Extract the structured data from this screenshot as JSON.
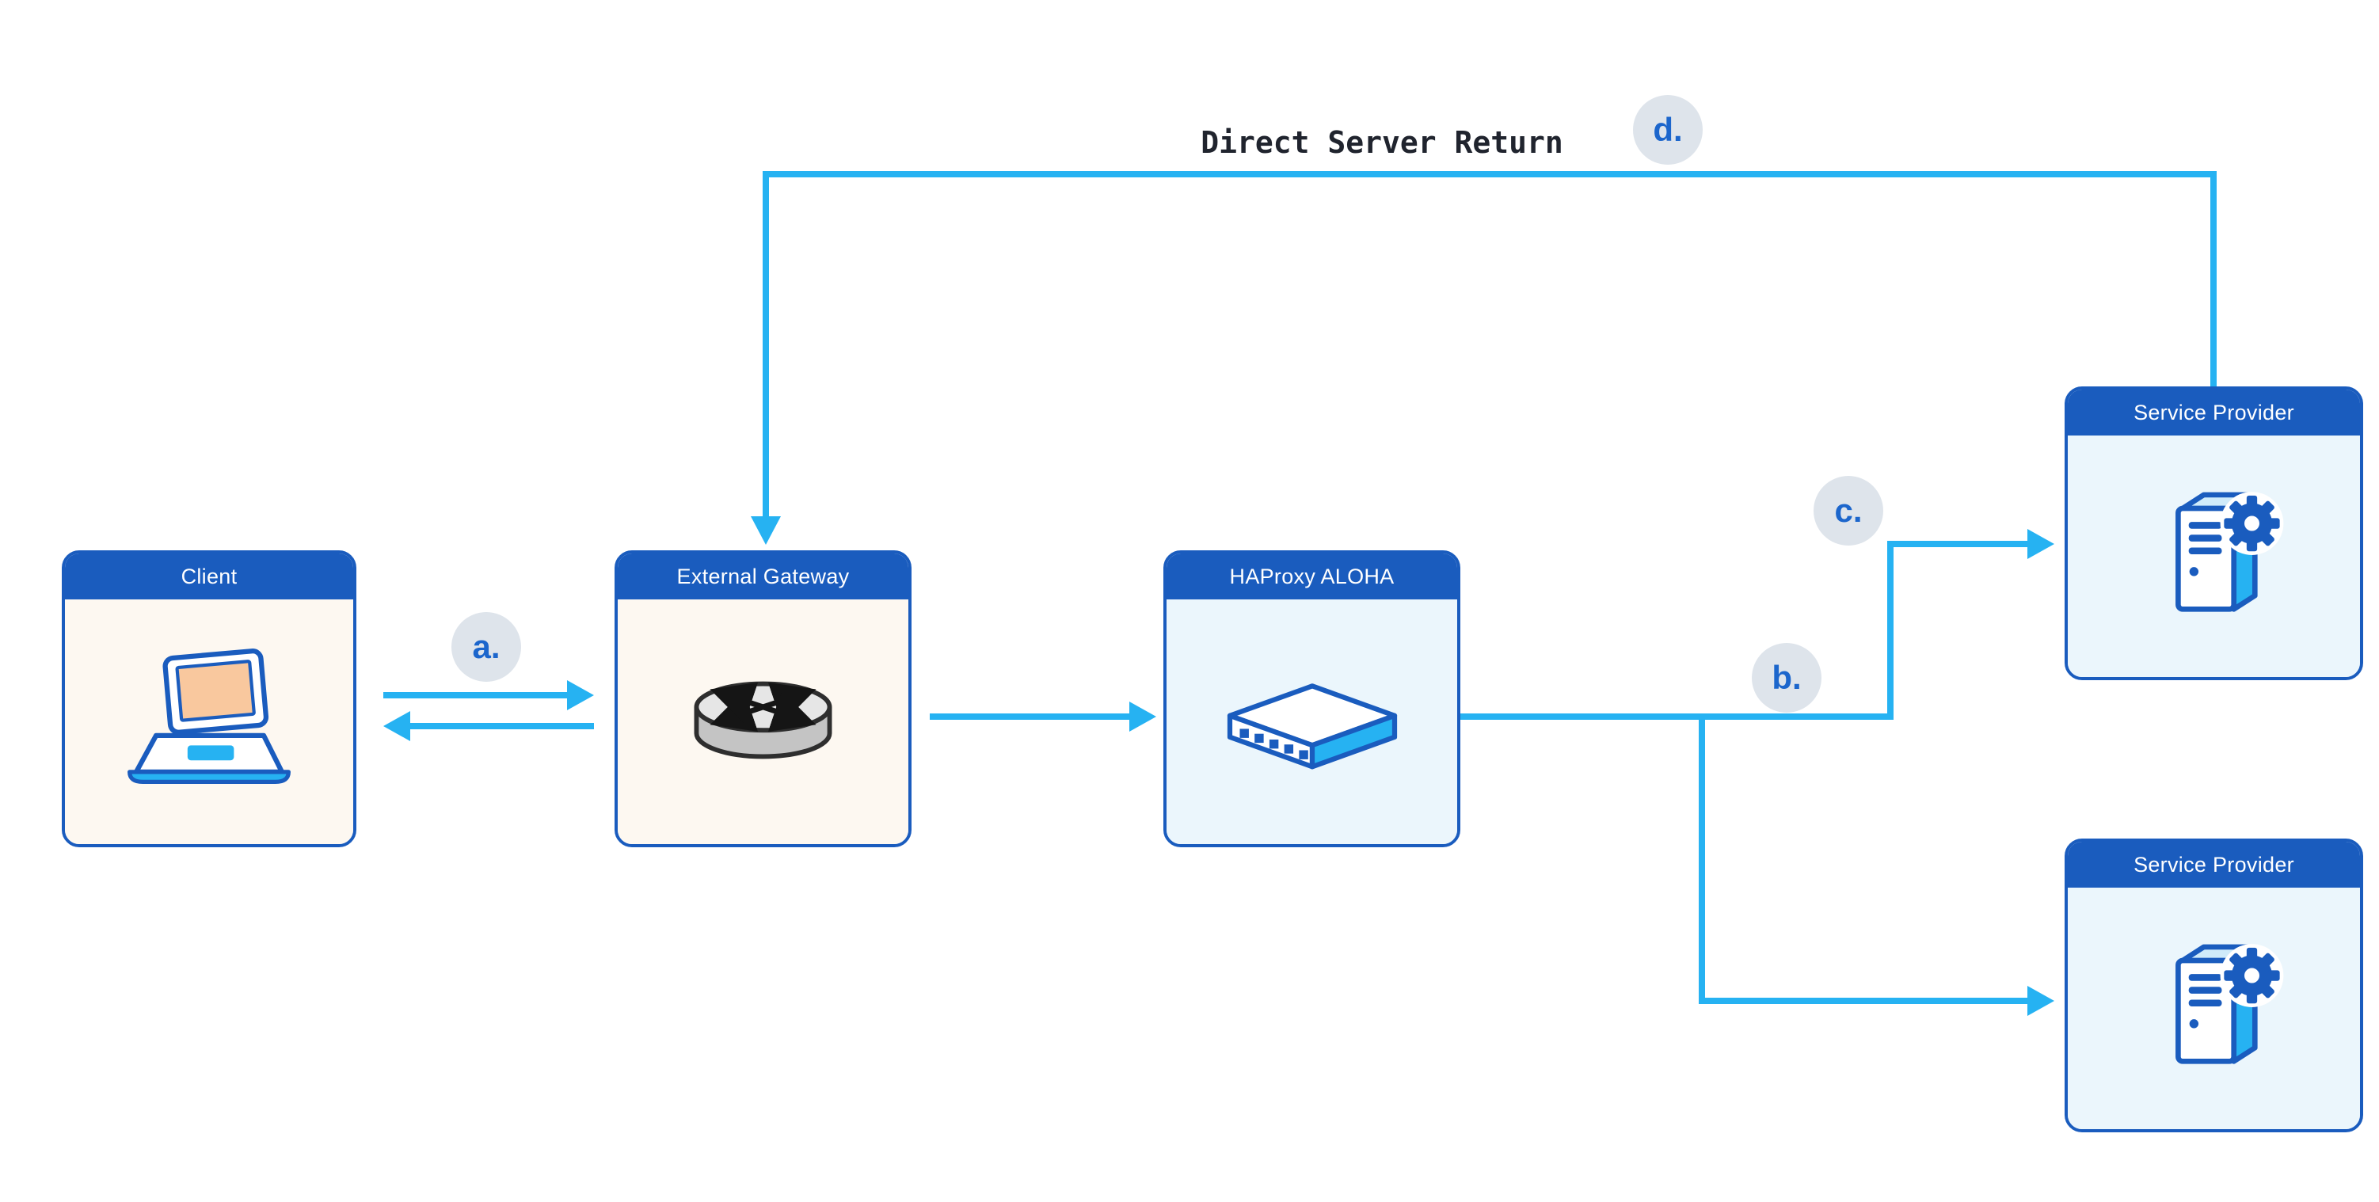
{
  "diagram": {
    "flow_label": "Direct Server Return",
    "nodes": {
      "client": {
        "label": "Client",
        "icon": "laptop-icon"
      },
      "external_gateway": {
        "label": "External Gateway",
        "icon": "router-icon"
      },
      "haproxy_aloha": {
        "label": "HAProxy ALOHA",
        "icon": "appliance-icon"
      },
      "service_provider_top": {
        "label": "Service Provider",
        "icon": "server-gear-icon"
      },
      "service_provider_bottom": {
        "label": "Service Provider",
        "icon": "server-gear-icon"
      }
    },
    "step_badges": {
      "a": "a.",
      "b": "b.",
      "c": "c.",
      "d": "d."
    },
    "colors": {
      "node_header_blue": "#1A5CBE",
      "node_border_blue": "#1A5CBE",
      "arrow_cyan": "#26B2F2",
      "badge_background": "#DEE4EB",
      "badge_text": "#1C66CC",
      "client_body": "#FDF8F1",
      "appliance_body": "#EBF6FC",
      "flow_label_text": "#20242E",
      "laptop_screen_peach": "#F9C89E"
    }
  }
}
